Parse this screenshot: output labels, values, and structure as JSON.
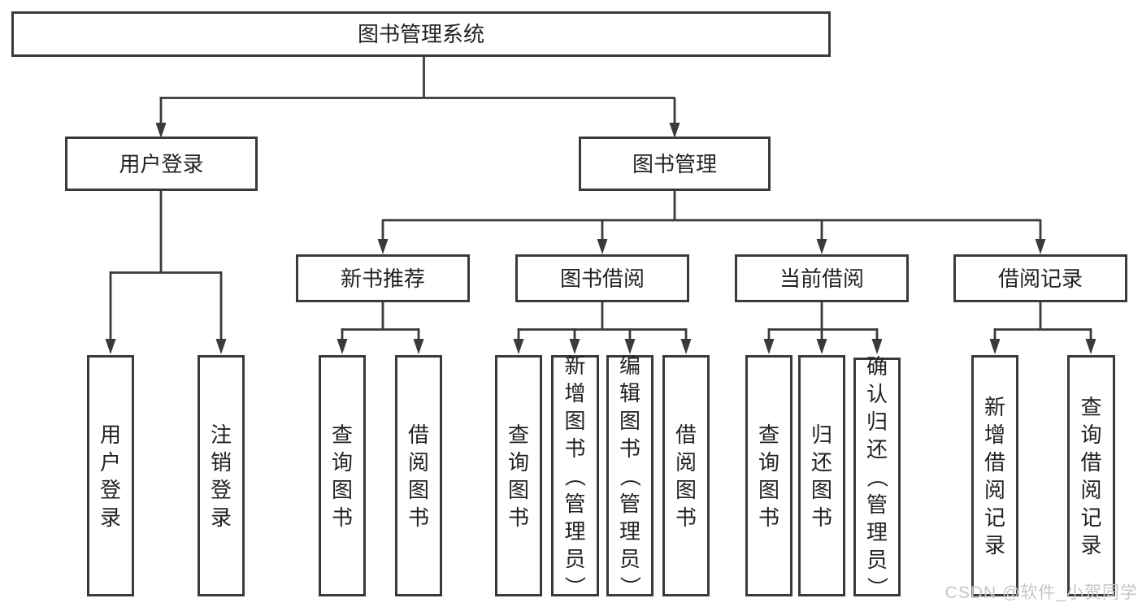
{
  "tree": {
    "root": {
      "label": "图书管理系统",
      "children": [
        {
          "label": "用户登录",
          "children": [
            {
              "label": "用户登录"
            },
            {
              "label": "注销登录"
            }
          ]
        },
        {
          "label": "图书管理",
          "children": [
            {
              "label": "新书推荐",
              "children": [
                {
                  "label": "查询图书"
                },
                {
                  "label": "借阅图书"
                }
              ]
            },
            {
              "label": "图书借阅",
              "children": [
                {
                  "label": "查询图书"
                },
                {
                  "label": "新增图书（管理员）"
                },
                {
                  "label": "编辑图书（管理员）"
                },
                {
                  "label": "借阅图书"
                }
              ]
            },
            {
              "label": "当前借阅",
              "children": [
                {
                  "label": "查询图书"
                },
                {
                  "label": "归还图书"
                },
                {
                  "label": "确认归还（管理员）"
                }
              ]
            },
            {
              "label": "借阅记录",
              "children": [
                {
                  "label": "新增借阅记录"
                },
                {
                  "label": "查询借阅记录"
                }
              ]
            }
          ]
        }
      ]
    }
  },
  "watermark": {
    "text": "CSDN @软件_小贺同学"
  },
  "colors": {
    "line": "#3a3a3a",
    "node_border": "#3a3a3a",
    "node_text": "#222222",
    "background": "#ffffff",
    "watermark": "#c6c6c6"
  }
}
